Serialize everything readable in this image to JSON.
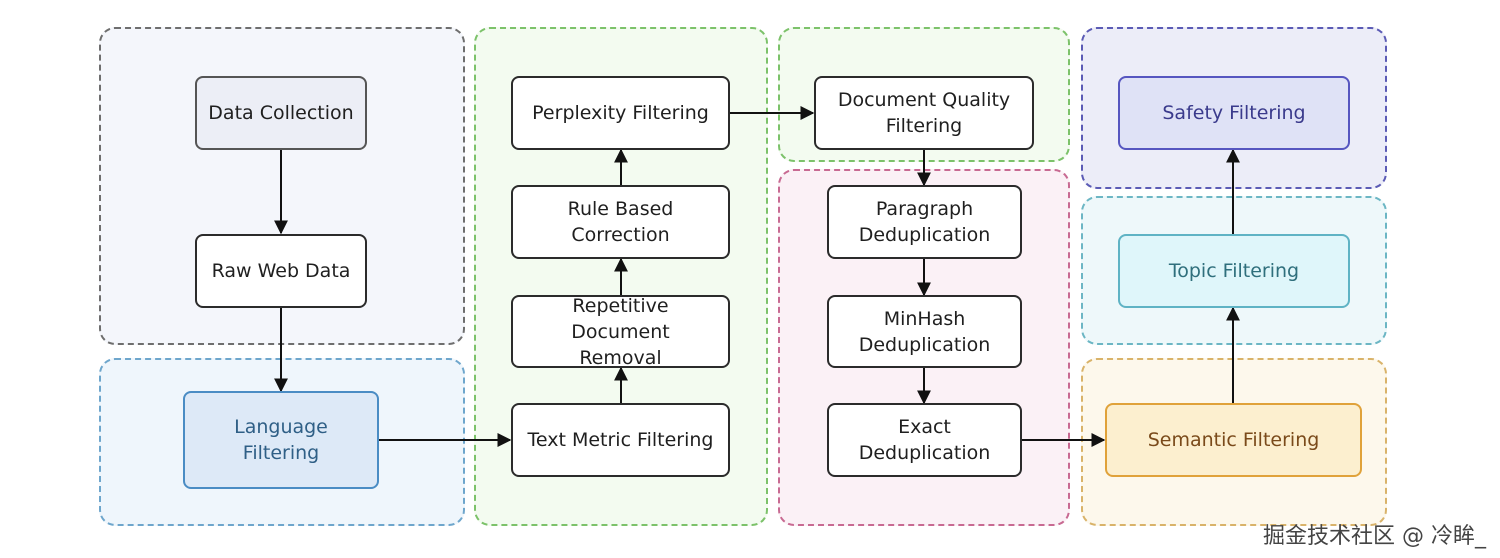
{
  "colors": {
    "collection_group_border": "#6e6e6e",
    "collection_group_fill": "#f4f6fb",
    "language_group_border": "#6ea6cc",
    "language_group_fill": "#eff6fc",
    "heuristic_group_border": "#7cc26a",
    "heuristic_group_fill": "#f3fbf0",
    "quality_group_border": "#7cc26a",
    "quality_group_fill": "#f3fbf0",
    "dedup_group_border": "#c86a92",
    "dedup_group_fill": "#fbf1f6",
    "safety_group_border": "#5b5bb5",
    "safety_group_fill": "#ecedf8",
    "topic_group_border": "#6cb6c4",
    "topic_group_fill": "#eef8fa",
    "semantic_group_border": "#d9b36a",
    "semantic_group_fill": "#fdf8ec",
    "language_node_fill": "#dde9f7",
    "language_node_border": "#4a8cc4",
    "language_text": "#2f5f86",
    "collection_node_fill": "#eceef6",
    "collection_node_border": "#555555",
    "safety_node_fill": "#dfe2f6",
    "safety_node_border": "#5656c0",
    "safety_text": "#3a3a8c",
    "topic_node_fill": "#dff6fa",
    "topic_node_border": "#5fb3c4",
    "topic_text": "#2f6f7c",
    "semantic_node_fill": "#fcefcf",
    "semantic_node_border": "#e0a23a",
    "semantic_text": "#7a4a1a",
    "arrow": "#111111"
  },
  "nodes": {
    "data_collection": "Data Collection",
    "raw_web_data": "Raw Web Data",
    "language_filtering": "Language\nFiltering",
    "perplexity_filtering": "Perplexity Filtering",
    "rule_based_correction": "Rule Based\nCorrection",
    "repetitive_document_removal": "Repetitive Document\nRemoval",
    "text_metric_filtering": "Text Metric Filtering",
    "document_quality_filtering": "Document Quality\nFiltering",
    "paragraph_deduplication": "Paragraph\nDeduplication",
    "minhash_deduplication": "MinHash\nDeduplication",
    "exact_deduplication": "Exact\nDeduplication",
    "safety_filtering": "Safety Filtering",
    "topic_filtering": "Topic Filtering",
    "semantic_filtering": "Semantic Filtering"
  },
  "watermark": "掘金技术社区 @ 冷眸_"
}
